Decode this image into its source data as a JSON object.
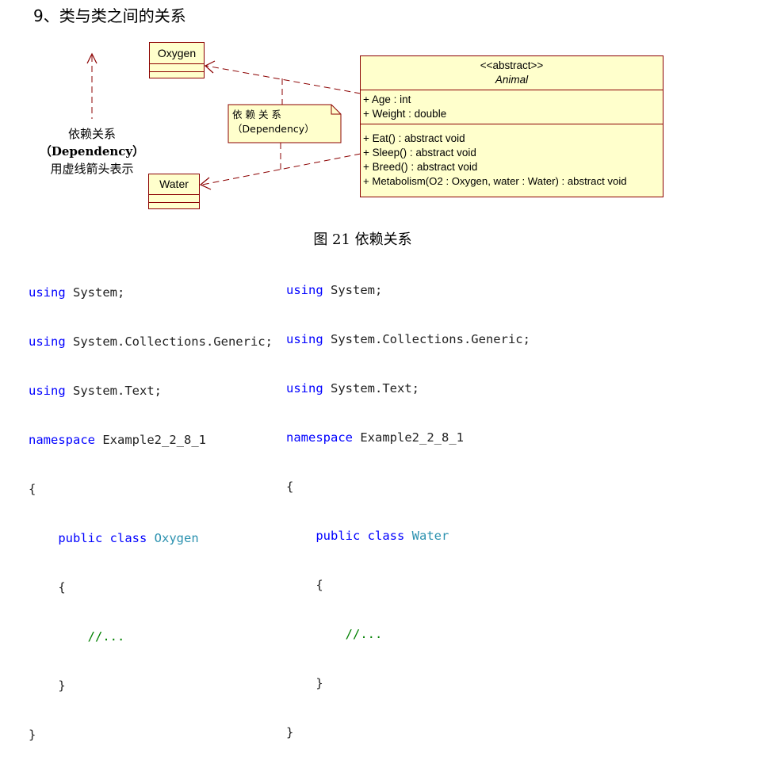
{
  "heading": "9、类与类之间的关系",
  "diagram": {
    "classes": {
      "oxygen": {
        "name": "Oxygen"
      },
      "water": {
        "name": "Water"
      },
      "animal": {
        "stereotype": "<<abstract>>",
        "name": "Animal",
        "attributes": [
          "+ Age : int",
          "+ Weight : double"
        ],
        "operations": [
          "+ Eat() : abstract void",
          "+ Sleep() : abstract void",
          "+ Breed() : abstract void",
          "+ Metabolism(O2 : Oxygen, water : Water) : abstract void"
        ]
      }
    },
    "note": {
      "line1": "依 赖 关 系",
      "line2": "（Dependency）"
    },
    "legend": {
      "line1": "依赖关系",
      "line2": "（Dependency）",
      "line3": "用虚线箭头表示"
    },
    "colors": {
      "box_fill": "#ffffcc",
      "box_border": "#8b0000",
      "line": "#8b0000",
      "keyword": "#0000ff",
      "type": "#2b91af",
      "comment": "#008000"
    }
  },
  "caption": "图 21  依赖关系",
  "code_left": {
    "l1_kw": "using",
    "l1_rest": " System;",
    "l2_kw": "using",
    "l2_rest": " System.Collections.Generic;",
    "l3_kw": "using",
    "l3_rest": " System.Text;",
    "l4_kw": "namespace",
    "l4_rest": " Example2_2_8_1",
    "l5": "{",
    "l6_indent": "    ",
    "l6_kw": "public class",
    "l6_sp": " ",
    "l6_type": "Oxygen",
    "l7": "    {",
    "l8_indent": "        ",
    "l8_comment": "//...",
    "l9": "    }",
    "l10": "}"
  },
  "code_right": {
    "l1_kw": "using",
    "l1_rest": " System;",
    "l2_kw": "using",
    "l2_rest": " System.Collections.Generic;",
    "l3_kw": "using",
    "l3_rest": " System.Text;",
    "l4_kw": "namespace",
    "l4_rest": " Example2_2_8_1",
    "l5": "{",
    "l6_indent": "    ",
    "l6_kw": "public class",
    "l6_sp": " ",
    "l6_type": "Water",
    "l7": "    {",
    "l8_indent": "        ",
    "l8_comment": "//...",
    "l9": "    }",
    "l10": "}"
  }
}
